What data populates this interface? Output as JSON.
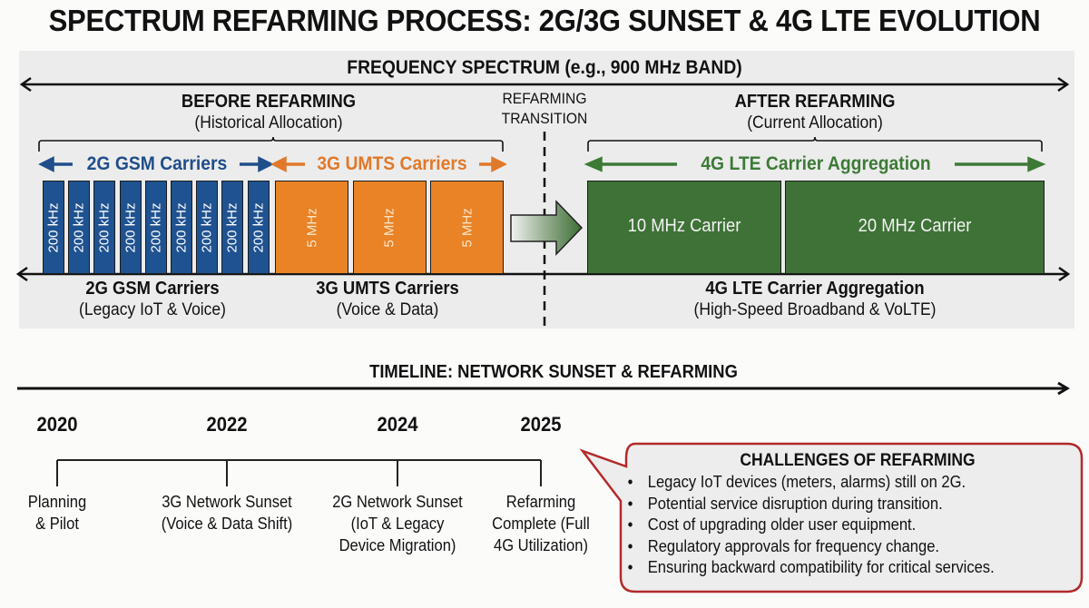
{
  "title": "SPECTRUM REFARMING PROCESS: 2G/3G SUNSET & 4G LTE EVOLUTION",
  "spectrum": {
    "title": "FREQUENCY SPECTRUM (e.g., 900 MHz BAND)",
    "before": {
      "heading": "BEFORE REFARMING",
      "subheading": "(Historical Allocation)",
      "gsm_range_label": "2G GSM Carriers",
      "umts_range_label": "3G UMTS Carriers",
      "gsm_carriers": [
        "200 kHz",
        "200 kHz",
        "200 kHz",
        "200 kHz",
        "200 kHz",
        "200 kHz",
        "200 kHz",
        "200 kHz",
        "200 kHz"
      ],
      "umts_carriers": [
        "5 MHz",
        "5 MHz",
        "5 MHz"
      ],
      "gsm_caption": "2G GSM Carriers",
      "gsm_caption_sub": "(Legacy IoT & Voice)",
      "umts_caption": "3G UMTS Carriers",
      "umts_caption_sub": "(Voice & Data)"
    },
    "transition": {
      "line1": "REFARMING",
      "line2": "TRANSITION"
    },
    "after": {
      "heading": "AFTER REFARMING",
      "subheading": "(Current Allocation)",
      "range_label": "4G LTE Carrier Aggregation",
      "carriers": [
        "10 MHz Carrier",
        "20 MHz Carrier"
      ],
      "caption": "4G LTE Carrier Aggregation",
      "caption_sub": "(High-Speed Broadband & VoLTE)"
    }
  },
  "timeline": {
    "title": "TIMELINE: NETWORK SUNSET & REFARMING",
    "milestones": [
      {
        "year": "2020",
        "lines": [
          "Planning",
          "& Pilot"
        ]
      },
      {
        "year": "2022",
        "lines": [
          "3G Network Sunset",
          "(Voice & Data Shift)"
        ]
      },
      {
        "year": "2024",
        "lines": [
          "2G Network Sunset",
          "(IoT & Legacy",
          "Device Migration)"
        ]
      },
      {
        "year": "2025",
        "lines": [
          "Refarming",
          "Complete (Full",
          "4G Utilization)"
        ]
      }
    ]
  },
  "challenges": {
    "title": "CHALLENGES OF REFARMING",
    "items": [
      "Legacy IoT devices (meters, alarms) still on 2G.",
      "Potential service disruption during transition.",
      "Cost of upgrading older user equipment.",
      "Regulatory approvals for frequency change.",
      "Ensuring backward compatibility for critical services."
    ]
  },
  "colors": {
    "gsm": "#1f5290",
    "umts": "#e98326",
    "lte": "#3f7237",
    "callout_border": "#b22a2a"
  }
}
